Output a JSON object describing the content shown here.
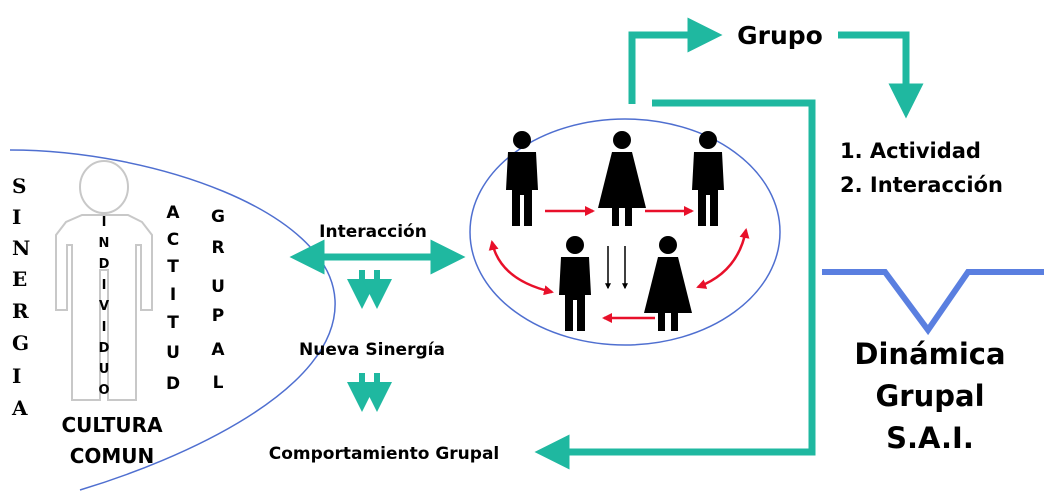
{
  "left_group": {
    "vertical_sinergia": "SINERGIA",
    "vertical_individuo": "INDIVIDUO",
    "vertical_actitud": "ACTITUD",
    "vertical_grupal": "GRUPAL",
    "cultura": "CULTURA",
    "comun": "COMUN"
  },
  "middle": {
    "interaccion": "Interacción",
    "nueva_sinergia": "Nueva Sinergía",
    "comportamiento": "Comportamiento Grupal"
  },
  "right": {
    "grupo": "Grupo",
    "list": [
      "1.  Actividad",
      "2.  Interacción"
    ],
    "dinamica_lines": [
      "Dinámica",
      "Grupal",
      "S.A.I."
    ]
  },
  "colors": {
    "teal": "#1fb8a0",
    "blue": "#5a7fe0",
    "outline": "#4f6fd0",
    "red": "#e8102a",
    "person": "#000000",
    "figure_outline": "#c8c8c8"
  },
  "icons": {
    "person_figures": [
      "man-icon",
      "woman-icon",
      "man-icon",
      "man-icon",
      "woman-icon"
    ]
  }
}
